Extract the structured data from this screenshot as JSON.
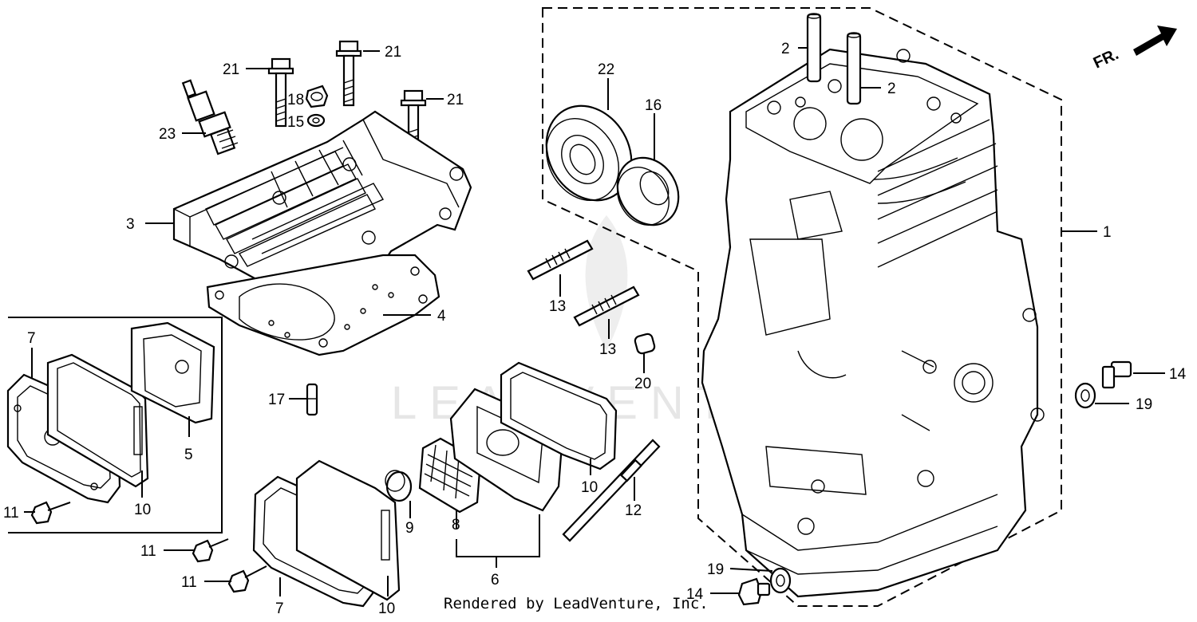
{
  "watermark": "LEADVENTURE",
  "direction_label": "FR.",
  "credit": "Rendered by LeadVenture, Inc.",
  "callouts": {
    "c1": "1",
    "c2a": "2",
    "c2b": "2",
    "c3": "3",
    "c4": "4",
    "c5": "5",
    "c6": "6",
    "c7a": "7",
    "c7b": "7",
    "c8": "8",
    "c9": "9",
    "c10a": "10",
    "c10b": "10",
    "c10c": "10",
    "c11a": "11",
    "c11b": "11",
    "c11c": "11",
    "c12": "12",
    "c13a": "13",
    "c13b": "13",
    "c14a": "14",
    "c14b": "14",
    "c15": "15",
    "c16": "16",
    "c17": "17",
    "c18": "18",
    "c19a": "19",
    "c19b": "19",
    "c20": "20",
    "c21a": "21",
    "c21b": "21",
    "c21c": "21",
    "c22": "22",
    "c23": "23"
  }
}
